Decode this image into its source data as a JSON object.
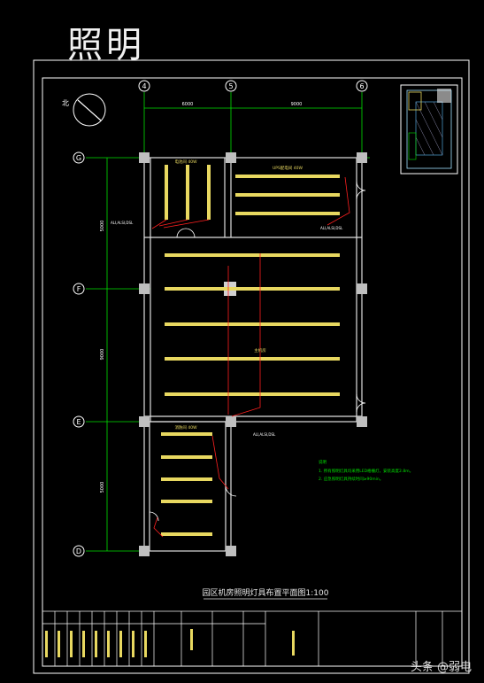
{
  "page_heading": "照明",
  "plan_title": "园区机房照明灯具布置平面图1:100",
  "axes": {
    "col_4": "4",
    "col_5": "5",
    "col_6": "6",
    "row_g": "G",
    "row_f": "F",
    "row_e": "E",
    "row_d": "D"
  },
  "dims": {
    "top_left": "6000",
    "top_right": "9000",
    "left_upper": "5000",
    "left_middle": "9000",
    "left_lower": "5000"
  },
  "north": "北",
  "rooms": {
    "left_room": "电池间 40W",
    "ups_room": "UPS配电间 40W",
    "main_room": "主机房",
    "bottom_room": "消防间 40W"
  },
  "panel_labels": {
    "p1": "ALI,ALSI,DSL",
    "p2": "ALI,ALSI,DSL",
    "p3": "ALI,ALSI,DSL"
  },
  "notes_title": "说明",
  "notes": [
    "1. 所有照明灯具均采用LED格栅灯，安装高度2.8m。",
    "2. 应急照明灯具持续时间≥90min。"
  ],
  "watermark": "头条 @弱电",
  "colors": {
    "frame": "#ffffff",
    "green": "#00e000",
    "fixture": "#e8d860",
    "wire": "#ff2020",
    "wall": "#e0e0e0"
  }
}
